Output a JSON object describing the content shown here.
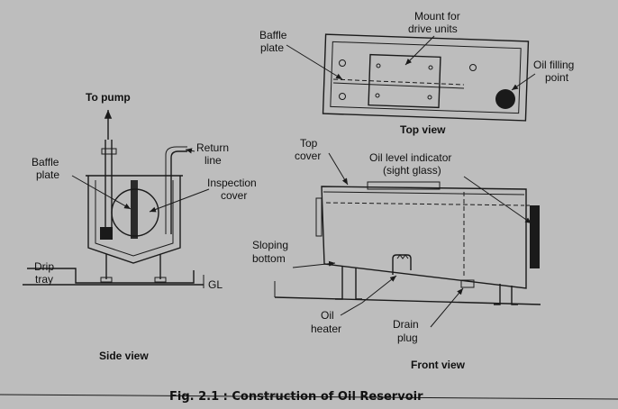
{
  "figure": {
    "caption": "Fig. 2.1 : Construction of Oil Reservoir"
  },
  "top_view": {
    "title": "Top view",
    "labels": {
      "baffle_plate": [
        "Baffle",
        "plate"
      ],
      "mount": [
        "Mount for",
        "drive units"
      ],
      "oil_filling": [
        "Oil filling",
        "point"
      ]
    }
  },
  "side_view": {
    "title": "Side view",
    "labels": {
      "to_pump": "To pump",
      "return_line": [
        "Return",
        "line"
      ],
      "baffle_plate": [
        "Baffle",
        "plate"
      ],
      "inspection_cover": [
        "Inspection",
        "cover"
      ],
      "drip_tray": [
        "Drip",
        "tray"
      ],
      "gl": "GL"
    }
  },
  "front_view": {
    "title": "Front view",
    "labels": {
      "top_cover": [
        "Top",
        "cover"
      ],
      "oil_level": [
        "Oil level indicator",
        "(sight glass)"
      ],
      "sloping_bottom": [
        "Sloping",
        "bottom"
      ],
      "oil_heater": [
        "Oil",
        "heater"
      ],
      "drain_plug": [
        "Drain",
        "plug"
      ]
    }
  },
  "colors": {
    "background": "#bdbdbd",
    "ink": "#1a1a1a"
  }
}
